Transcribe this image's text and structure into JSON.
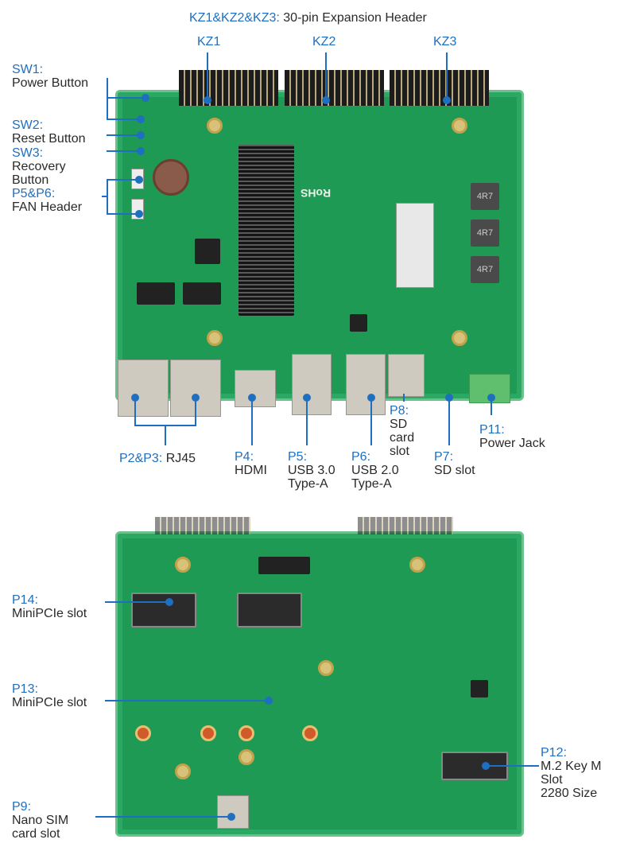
{
  "header": {
    "key": "KZ1&KZ2&KZ3:",
    "desc": "30-pin Expansion Header"
  },
  "top_labels": {
    "kz1": "KZ1",
    "kz2": "KZ2",
    "kz3": "KZ3",
    "sw1": {
      "key": "SW1:",
      "desc": "Power Button"
    },
    "sw2": {
      "key": "SW2:",
      "desc": "Reset Button"
    },
    "sw3": {
      "key": "SW3:",
      "desc1": "Recovery",
      "desc2": "Button"
    },
    "p5p6": {
      "key": "P5&P6:",
      "desc": "FAN Header"
    },
    "p2p3": {
      "key": "P2&P3:",
      "desc": "RJ45"
    },
    "p4": {
      "key": "P4:",
      "desc": "HDMI"
    },
    "p5": {
      "key": "P5:",
      "desc1": "USB 3.0",
      "desc2": "Type-A"
    },
    "p6": {
      "key": "P6:",
      "desc1": "USB 2.0",
      "desc2": "Type-A"
    },
    "p8": {
      "key": "P8:",
      "desc1": "SD",
      "desc2": "card",
      "desc3": "slot"
    },
    "p7": {
      "key": "P7:",
      "desc": "SD slot"
    },
    "p11": {
      "key": "P11:",
      "desc": "Power Jack"
    }
  },
  "bottom_labels": {
    "p14": {
      "key": "P14:",
      "desc": "MiniPCIe slot"
    },
    "p13": {
      "key": "P13:",
      "desc": "MiniPCIe slot"
    },
    "p9": {
      "key": "P9:",
      "desc1": "Nano SIM",
      "desc2": "card slot"
    },
    "p12": {
      "key": "P12:",
      "desc1": "M.2 Key M",
      "desc2": "Slot",
      "desc3": "2280 Size"
    }
  },
  "board_marks": {
    "rohs": "RoHS",
    "inductor": "4R7"
  },
  "colors": {
    "accent": "#1f6fc0",
    "board": "#1f9a55"
  }
}
